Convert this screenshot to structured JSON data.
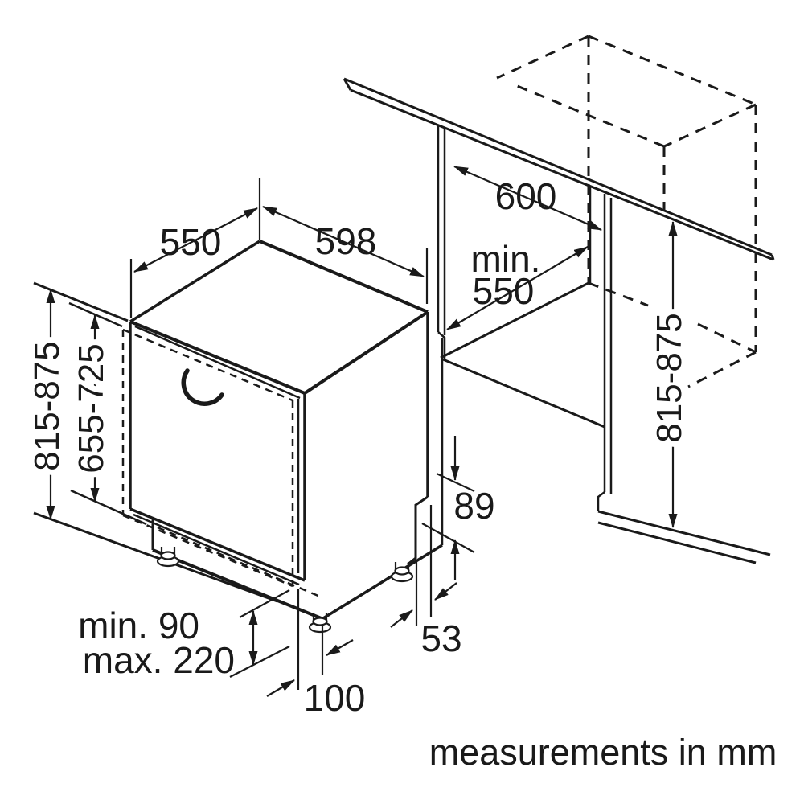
{
  "diagram": {
    "title": "built-under dishwasher installation drawing",
    "unit_note": "measurements in mm",
    "labels": {
      "appliance_depth": "550",
      "appliance_width": "598",
      "cabinet_depth": "600",
      "niche_depth_line1": "min.",
      "niche_depth_line2": "550",
      "appliance_height_left": "815-875",
      "door_panel_height": "655-725",
      "niche_height_right": "815-875",
      "rear_recess_height": "89",
      "rear_recess_depth": "53",
      "plinth_min": "min. 90",
      "plinth_max": "max. 220",
      "foot_setback": "100"
    }
  }
}
